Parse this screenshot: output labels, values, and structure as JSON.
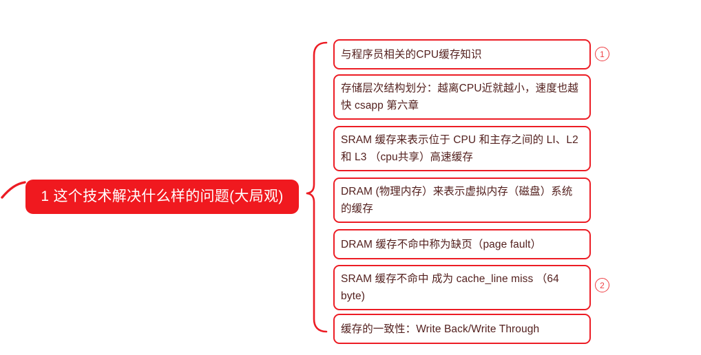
{
  "diagram": {
    "type": "mind-map",
    "colors": {
      "root_fill": "#f0191f",
      "root_text": "#ffffff",
      "node_border": "#ec1c24",
      "node_fill": "#ffffff",
      "node_text": "#53201e",
      "connector": "#ec1c24",
      "badge": "#ee3d42",
      "background": "#ffffff"
    },
    "root": {
      "label": "1 这个技术解决什么样的问题(大局观)"
    },
    "children": [
      {
        "id": "node-1",
        "label": "与程序员相关的CPU缓存知识",
        "badge": "1"
      },
      {
        "id": "node-2",
        "label": "存储层次结构划分：越离CPU近就越小，速度也越快 csapp 第六章",
        "badge": ""
      },
      {
        "id": "node-3",
        "label": "SRAM 缓存来表示位于 CPU 和主存之间的 LI、L2 和 L3 （cpu共享）高速缓存",
        "badge": ""
      },
      {
        "id": "node-4",
        "label": " DRAM (物理内存）来表示虚拟内存（磁盘）系统的缓存",
        "badge": ""
      },
      {
        "id": "node-5",
        "label": "DRAM 缓存不命中称为缺页（page fault）",
        "badge": ""
      },
      {
        "id": "node-6",
        "label": "SRAM 缓存不命中 成为 cache_line miss （64 byte)",
        "badge": "2"
      },
      {
        "id": "node-7",
        "label": "缓存的一致性：Write Back/Write Through",
        "badge": ""
      }
    ]
  }
}
